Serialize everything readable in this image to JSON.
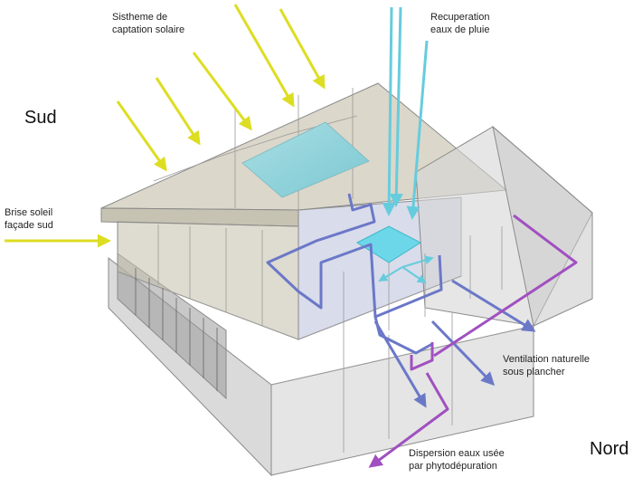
{
  "labels": {
    "solar": [
      "Sistheme de",
      "captation solaire"
    ],
    "rain": [
      "Recuperation",
      "eaux de pluie"
    ],
    "sud": "Sud",
    "brise": [
      "Brise soleil",
      "façade sud"
    ],
    "ventilation": [
      "Ventilation naturelle",
      "sous plancher"
    ],
    "dispersion": [
      "Dispersion eaux usée",
      "par phytodépuration"
    ],
    "nord": "Nord"
  },
  "colors": {
    "sun": "#dddd22",
    "rain": "#66ccdd",
    "ventilation": "#6b78c8",
    "wastewater": "#a050c0",
    "building_fill": "#d9d9d9",
    "building_edge": "#8a8a8a",
    "solar_panel": "#8fd3dc",
    "water_tank": "#5fd6e8"
  }
}
